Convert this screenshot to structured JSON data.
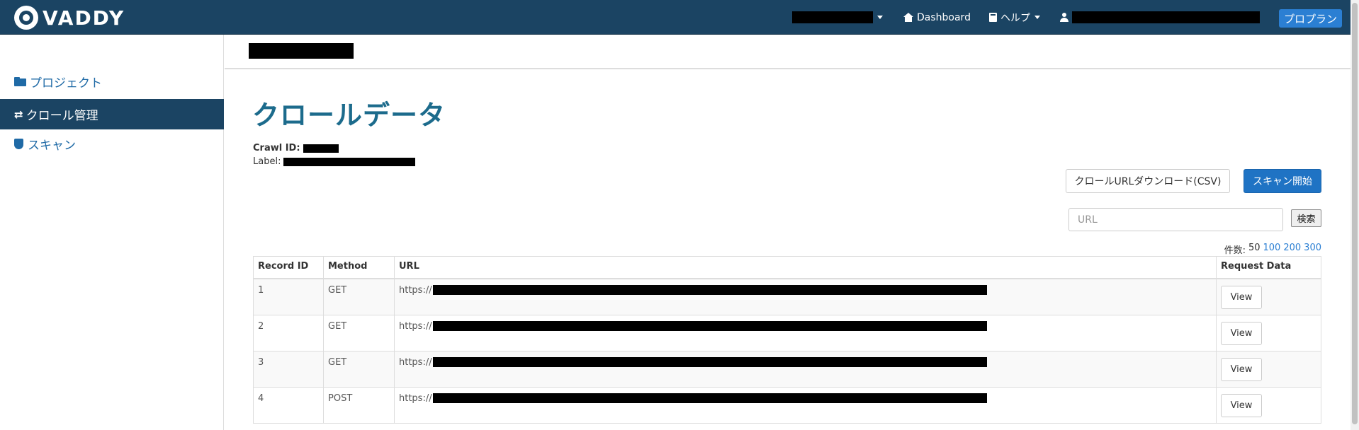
{
  "brand": {
    "name": "VADDY"
  },
  "navbar": {
    "dashboard_label": "Dashboard",
    "help_label": "ヘルプ",
    "plan_label": "プロプラン"
  },
  "sidebar": {
    "items": [
      {
        "label": "プロジェクト",
        "icon": "folder-open-icon"
      },
      {
        "label": "クロール管理",
        "icon": "exchange-icon"
      },
      {
        "label": "スキャン",
        "icon": "shield-icon"
      }
    ]
  },
  "main": {
    "title": "クロールデータ",
    "crawl_id_label": "Crawl ID:",
    "label_label": "Label:",
    "download_button": "クロールURLダウンロード(CSV)",
    "scan_button": "スキャン開始",
    "search_placeholder": "URL",
    "search_button": "検索",
    "per_page": {
      "label": "件数:",
      "current": "50",
      "options": [
        "100",
        "200",
        "300"
      ]
    }
  },
  "table": {
    "headers": [
      "Record ID",
      "Method",
      "URL",
      "Request Data"
    ],
    "view_label": "View",
    "rows": [
      {
        "id": "1",
        "method": "GET",
        "url": "https://"
      },
      {
        "id": "2",
        "method": "GET",
        "url": "https://"
      },
      {
        "id": "3",
        "method": "GET",
        "url": "https://"
      },
      {
        "id": "4",
        "method": "POST",
        "url": "https://"
      }
    ]
  },
  "colors": {
    "navbar": "#1b4463",
    "primary": "#1f73c4",
    "title": "#1c6b8c",
    "link": "#2b7fd3"
  }
}
